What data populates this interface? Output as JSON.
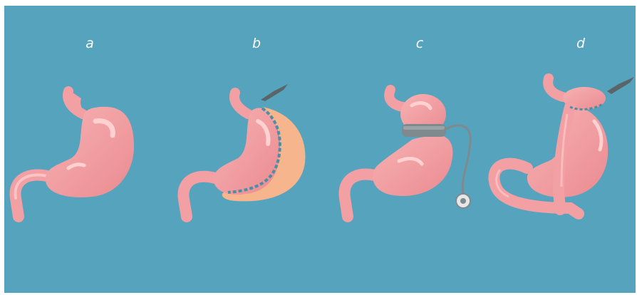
{
  "panels": [
    {
      "label": "a",
      "procedure": "normal-stomach"
    },
    {
      "label": "b",
      "procedure": "sleeve-gastrectomy"
    },
    {
      "label": "c",
      "procedure": "adjustable-gastric-band"
    },
    {
      "label": "d",
      "procedure": "gastric-bypass"
    }
  ],
  "colors": {
    "background": "#55a3bd",
    "stomach": "#f2a0a3",
    "stomach_shadow": "#e07f86",
    "highlight": "#ffd1d1",
    "removed_tissue": "#f6b58d",
    "staple_line": "#4d8ea4",
    "band": "#7f8a8e",
    "scalpel": "#5b6468",
    "label_text": "#ffffff"
  },
  "icons": [
    "stomach-icon",
    "scalpel-icon",
    "gastric-band-icon",
    "port-icon"
  ]
}
